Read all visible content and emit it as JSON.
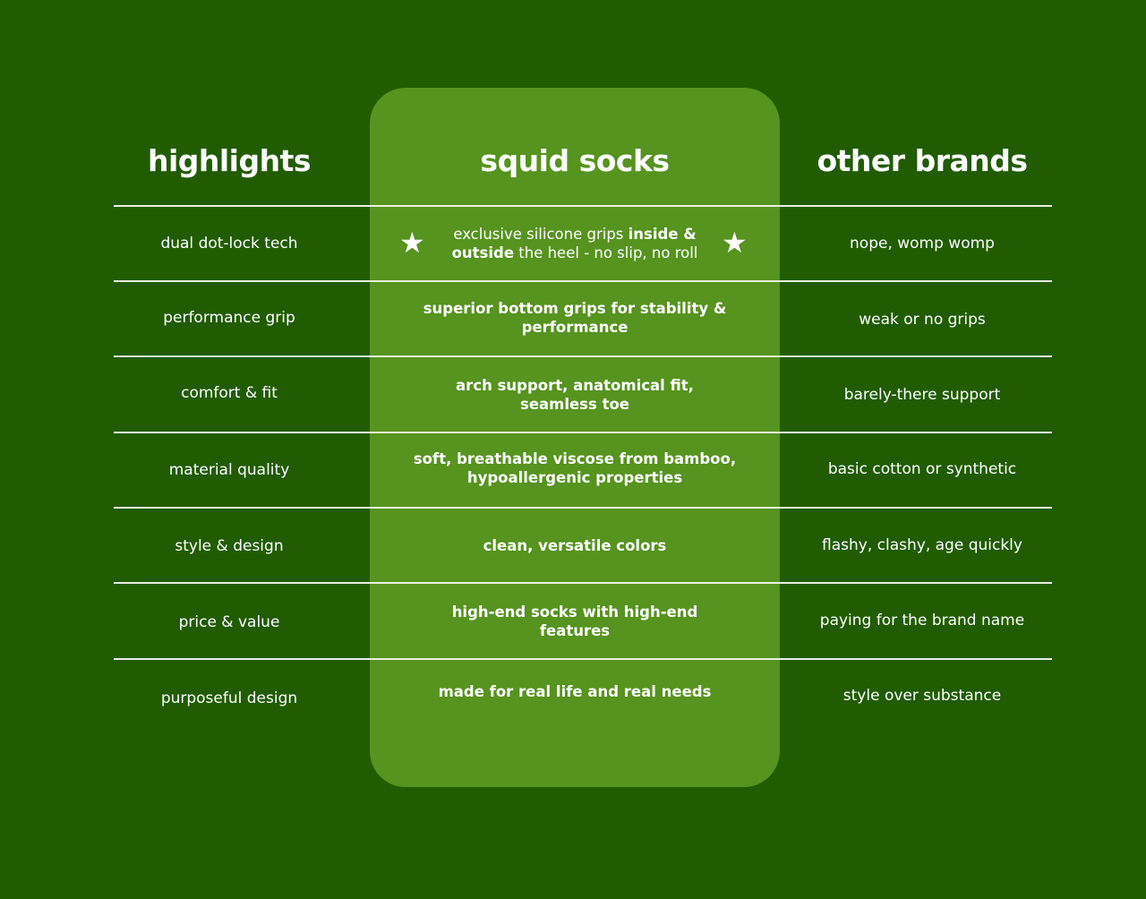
{
  "headers": {
    "highlights": "highlights",
    "squid": "squid socks",
    "other": "other brands"
  },
  "rows": [
    {
      "highlight": "dual dot-lock tech",
      "squid_a": "exclusive silicone grips ",
      "squid_b": "inside &",
      "squid_c": "outside",
      "squid_d": " the heel - no slip, no roll",
      "other": "nope, womp womp"
    },
    {
      "highlight": "performance grip",
      "squid": "superior bottom grips for stability & performance",
      "other": "weak or no grips"
    },
    {
      "highlight": "comfort & fit",
      "squid": "arch support, anatomical fit, seamless toe",
      "other": "barely-there support"
    },
    {
      "highlight": "material quality",
      "squid": "soft, breathable viscose from bamboo, hypoallergenic properties",
      "other": "basic cotton or synthetic"
    },
    {
      "highlight": "style & design",
      "squid": "clean, versatile colors",
      "other": "flashy, clashy, age quickly"
    },
    {
      "highlight": "price & value",
      "squid": "high-end socks with high-end features",
      "other": "paying for the brand name"
    },
    {
      "highlight": "purposeful design",
      "squid": "made for real life and real needs",
      "other": "style over substance"
    }
  ],
  "colors": {
    "background": "#215c03",
    "panel": "#56931f"
  }
}
